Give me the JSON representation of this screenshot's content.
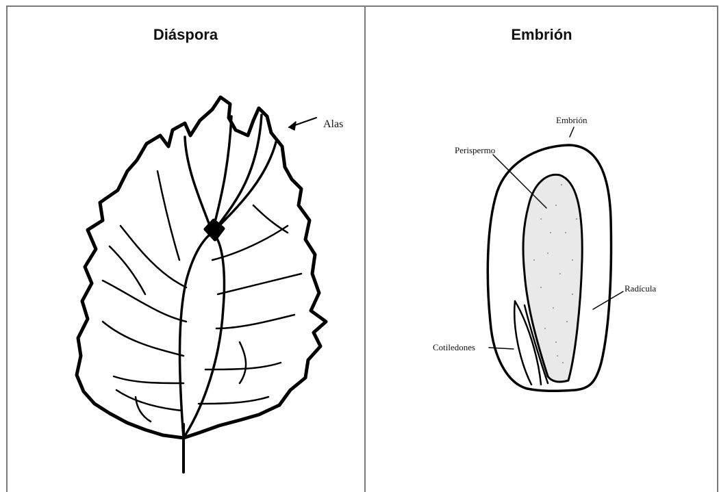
{
  "panels": {
    "left": {
      "title": "Diáspora",
      "labels": {
        "alas": "Alas"
      }
    },
    "right": {
      "title": "Embrión",
      "labels": {
        "embrion": "Embrión",
        "perispermo": "Perispermo",
        "radicula": "Radícula",
        "cotiledones": "Cotiledones"
      }
    }
  }
}
